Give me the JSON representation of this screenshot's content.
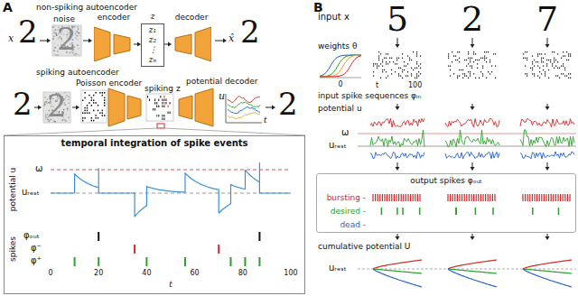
{
  "diagram": {
    "nodes": [
      {
        "text": [
          "encoder"
        ]
      },
      {
        "text": [
          "z",
          "z₁",
          "z₂",
          "⋮",
          "zₙ"
        ]
      },
      {
        "text": [
          "decoder"
        ]
      },
      {
        "text": [
          "temporal integration of spike events"
        ]
      },
      {
        "text": [
          "output spikes φₒᵤₜ",
          "bursting -",
          "desired -",
          "dead -"
        ]
      }
    ],
    "edges": [
      {
        "from": 0,
        "to": 1,
        "arrow": "to"
      },
      {
        "from": 1,
        "to": 2,
        "arrow": "to"
      }
    ],
    "labels": [
      "A",
      "non-spiking autoencoder",
      "x",
      "2",
      "noise",
      "2",
      "x̂",
      "2",
      "spiking autoencoder",
      "2",
      "2",
      "Poisson encoder",
      "spiking z",
      "potential decoder",
      "u",
      "t",
      "2",
      "potential u",
      "ω",
      "uᵣₑₛₜ",
      "spikes",
      "φₒᵤₜ",
      "φ⁻",
      "φ⁺",
      "0",
      "20",
      "40",
      "60",
      "80",
      "100",
      "t",
      "B",
      "input x",
      "5",
      "2",
      "7",
      "weights θ",
      "0",
      "t",
      "100",
      "input spike sequences φᵢₙ",
      "potential u",
      "ω",
      "uᵣₑₛₜ",
      "cumulative potential U",
      "uᵣₑₛₜ"
    ]
  }
}
